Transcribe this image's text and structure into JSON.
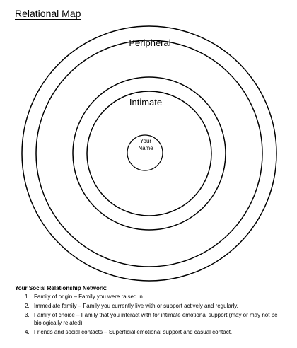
{
  "title": "Relational Map",
  "rings": [
    {
      "id": "outer",
      "label": ""
    },
    {
      "id": "peripheral",
      "label": "Peripheral"
    },
    {
      "id": "intimate",
      "label": "Intimate"
    },
    {
      "id": "inner",
      "label": ""
    }
  ],
  "center": {
    "line1": "Your",
    "line2": "Name"
  },
  "legend": {
    "heading": "Your Social Relationship Network:",
    "items": [
      {
        "num": "1.",
        "text": "Family of origin – Family you were raised in."
      },
      {
        "num": "2.",
        "text": "Immediate family – Family you currently live with or support actively and regularly."
      },
      {
        "num": "3.",
        "text": "Family of choice – Family that you interact with for intimate emotional support (may or may not be biologically related)."
      },
      {
        "num": "4.",
        "text": "Friends and social contacts – Superficial emotional support and casual contact."
      }
    ]
  }
}
